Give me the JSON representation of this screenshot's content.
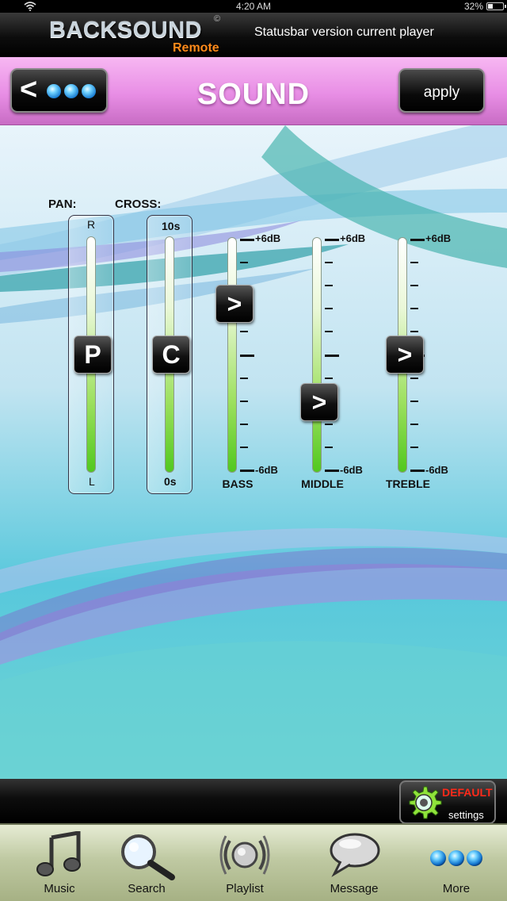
{
  "status_bar": {
    "time": "4:20 AM",
    "battery": "32%"
  },
  "app_header": {
    "logo_main": "BACKSOUND",
    "logo_sub": "Remote",
    "logo_mark": "©",
    "status_text": "Statusbar  version current player"
  },
  "nav": {
    "back_label": "<",
    "title": "SOUND",
    "apply_label": "apply"
  },
  "mixer": {
    "pan": {
      "label": "PAN:",
      "top_label": "R",
      "bottom_label": "L",
      "knob": "P",
      "position": 0.5
    },
    "cross": {
      "label": "CROSS:",
      "top_label": "10s",
      "bottom_label": "0s",
      "knob": "C",
      "position": 0.5
    },
    "eq": [
      {
        "name": "BASS",
        "top": "+6dB",
        "bottom": "-6dB",
        "knob": ">",
        "value_db": 2.6
      },
      {
        "name": "MIDDLE",
        "top": "+6dB",
        "bottom": "-6dB",
        "knob": ">",
        "value_db": -2.5
      },
      {
        "name": "TREBLE",
        "top": "+6dB",
        "bottom": "-6dB",
        "knob": ">",
        "value_db": 0
      }
    ]
  },
  "default_button": {
    "line1": "DEFAULT",
    "line2": "settings"
  },
  "tabs": [
    {
      "label": "Music",
      "icon": "music-note-icon"
    },
    {
      "label": "Search",
      "icon": "magnifier-icon"
    },
    {
      "label": "Playlist",
      "icon": "broadcast-icon"
    },
    {
      "label": "Message",
      "icon": "speech-bubble-icon"
    },
    {
      "label": "More",
      "icon": "more-dots-icon"
    }
  ],
  "colors": {
    "nav_pink": "#e88ee5",
    "accent_green": "#51c81f",
    "default_red": "#ff2a1a",
    "logo_orange": "#ff8a1a"
  }
}
